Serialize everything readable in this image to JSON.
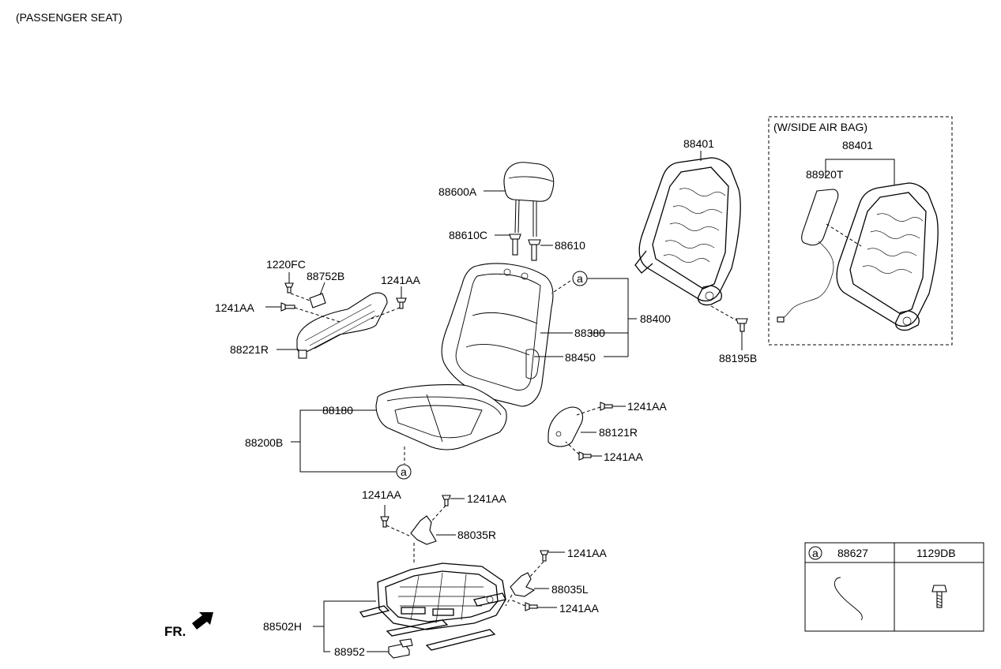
{
  "header": {
    "title": "(PASSENGER SEAT)"
  },
  "airbag_box": {
    "title": "(W/SIDE AIR BAG)"
  },
  "direction": {
    "label": "FR."
  },
  "callouts": {
    "headrest": "88600A",
    "guide_left": "88610C",
    "guide_right": "88610",
    "frame_top": "88401",
    "airbag_frame": "88401",
    "airbag_module": "88920T",
    "back_assy": "88400",
    "back_cover": "88380",
    "back_pad": "88450",
    "back_bolt": "88195B",
    "screw_fc": "1220FC",
    "clip_88752B": "88752B",
    "bolt_left": "1241AA",
    "bolt_right": "1241AA",
    "side_cover_r": "88221R",
    "cushion_cover": "88180",
    "cushion_assy": "88200B",
    "bolt_recl_top": "1241AA",
    "recliner_cover": "88121R",
    "bolt_recl_bottom": "1241AA",
    "bolt_track_left": "1241AA",
    "bolt_track_mid": "1241AA",
    "bracket_r": "88035R",
    "bolt_track_right": "1241AA",
    "bracket_l": "88035L",
    "bolt_track_low": "1241AA",
    "track_assy": "88502H",
    "cover_88952": "88952"
  },
  "ref_marker": "a",
  "legend": {
    "col1_ref": "a",
    "col1_part": "88627",
    "col2_part": "1129DB"
  }
}
